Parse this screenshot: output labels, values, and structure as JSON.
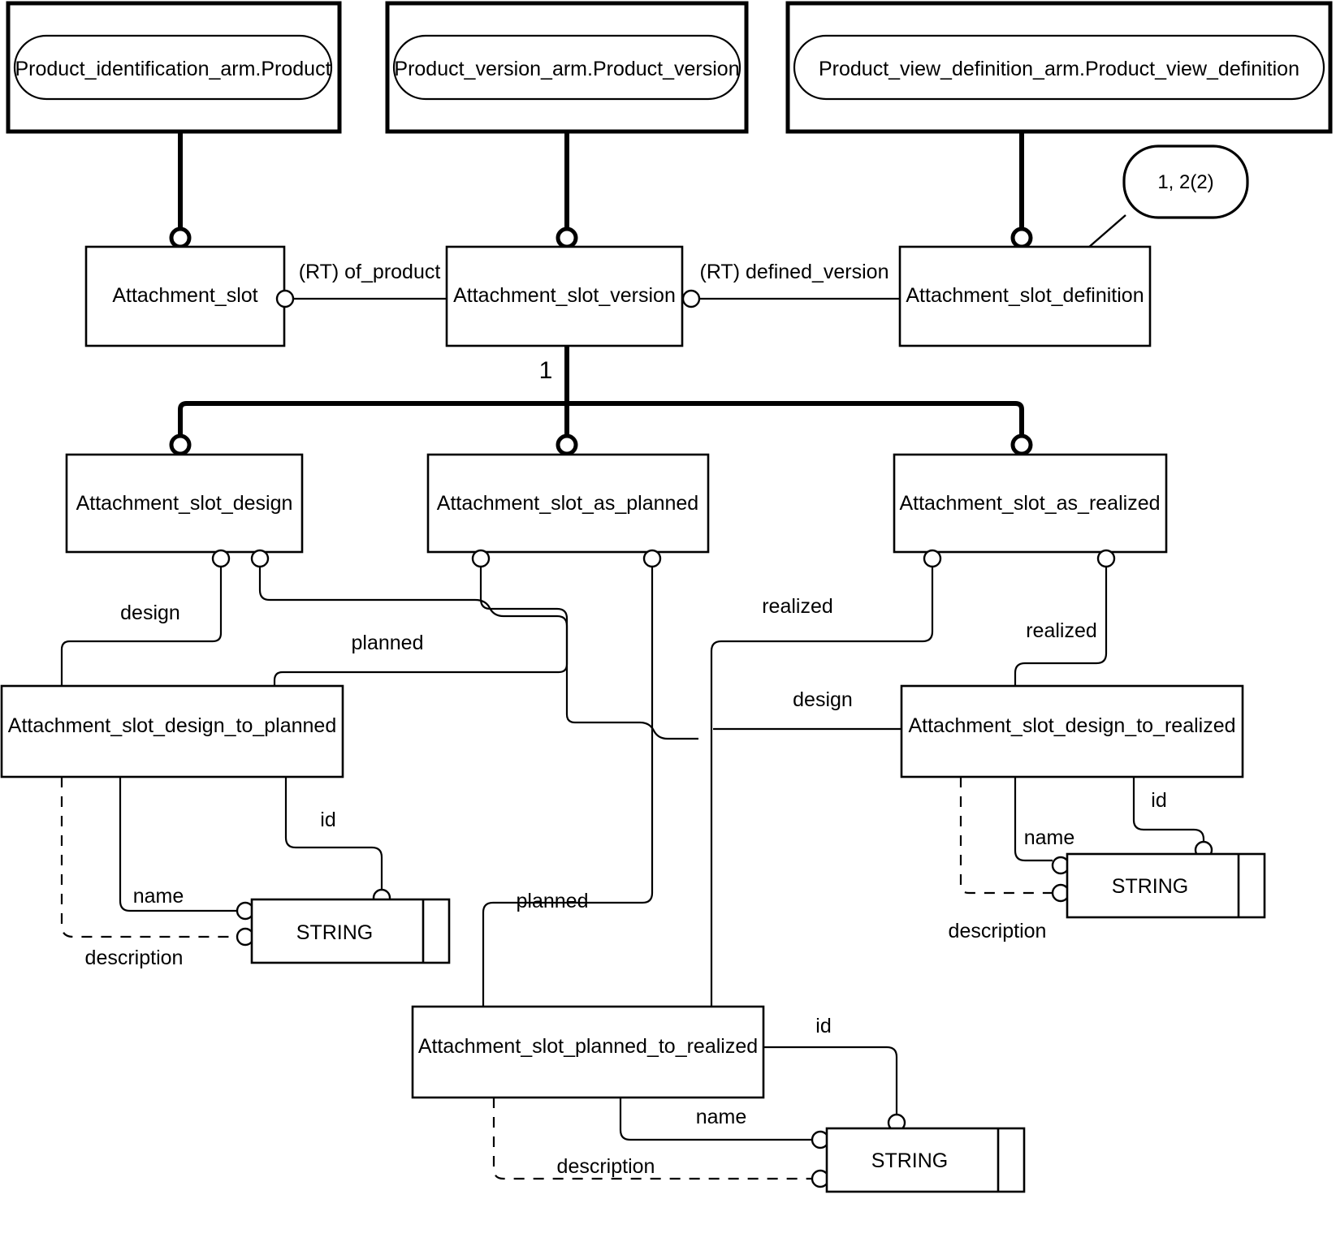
{
  "diagram": {
    "type": "EXPRESS-G entity relationship diagram",
    "schema_boxes": [
      {
        "id": "schema-product-identification",
        "label": "Product_identification_arm.Product"
      },
      {
        "id": "schema-product-version",
        "label": "Product_version_arm.Product_version"
      },
      {
        "id": "schema-product-view-definition",
        "label": "Product_view_definition_arm.Product_view_definition"
      }
    ],
    "page_reference": {
      "id": "page-ref-bubble",
      "label": "1, 2(2)"
    },
    "supertype_marker": {
      "label": "1"
    },
    "entities": [
      {
        "id": "attachment-slot",
        "label": "Attachment_slot"
      },
      {
        "id": "attachment-slot-version",
        "label": "Attachment_slot_version"
      },
      {
        "id": "attachment-slot-definition",
        "label": "Attachment_slot_definition"
      },
      {
        "id": "attachment-slot-design",
        "label": "Attachment_slot_design"
      },
      {
        "id": "attachment-slot-as-planned",
        "label": "Attachment_slot_as_planned"
      },
      {
        "id": "attachment-slot-as-realized",
        "label": "Attachment_slot_as_realized"
      },
      {
        "id": "attachment-slot-design-to-planned",
        "label": "Attachment_slot_design_to_planned"
      },
      {
        "id": "attachment-slot-design-to-realized",
        "label": "Attachment_slot_design_to_realized"
      },
      {
        "id": "attachment-slot-planned-to-realized",
        "label": "Attachment_slot_planned_to_realized"
      }
    ],
    "types": [
      {
        "id": "string-left",
        "label": "STRING"
      },
      {
        "id": "string-right",
        "label": "STRING"
      },
      {
        "id": "string-bottom",
        "label": "STRING"
      }
    ],
    "relationship_labels": [
      {
        "id": "rel-of-product",
        "label": "(RT) of_product"
      },
      {
        "id": "rel-defined-version",
        "label": "(RT) defined_version"
      },
      {
        "id": "rel-design-left",
        "label": "design"
      },
      {
        "id": "rel-planned-upper",
        "label": "planned"
      },
      {
        "id": "rel-realized-middle",
        "label": "realized"
      },
      {
        "id": "rel-realized-right",
        "label": "realized"
      },
      {
        "id": "rel-design-right",
        "label": "design"
      },
      {
        "id": "rel-planned-lower",
        "label": "planned"
      }
    ],
    "attribute_labels": [
      {
        "id": "attr-id-left",
        "label": "id"
      },
      {
        "id": "attr-name-left",
        "label": "name"
      },
      {
        "id": "attr-description-left",
        "label": "description"
      },
      {
        "id": "attr-id-right",
        "label": "id"
      },
      {
        "id": "attr-name-right",
        "label": "name"
      },
      {
        "id": "attr-description-right",
        "label": "description"
      },
      {
        "id": "attr-id-bottom",
        "label": "id"
      },
      {
        "id": "attr-name-bottom",
        "label": "name"
      },
      {
        "id": "attr-description-bottom",
        "label": "description"
      }
    ],
    "colors": {
      "background": "#ffffff",
      "stroke": "#000000",
      "text": "#000000"
    }
  }
}
